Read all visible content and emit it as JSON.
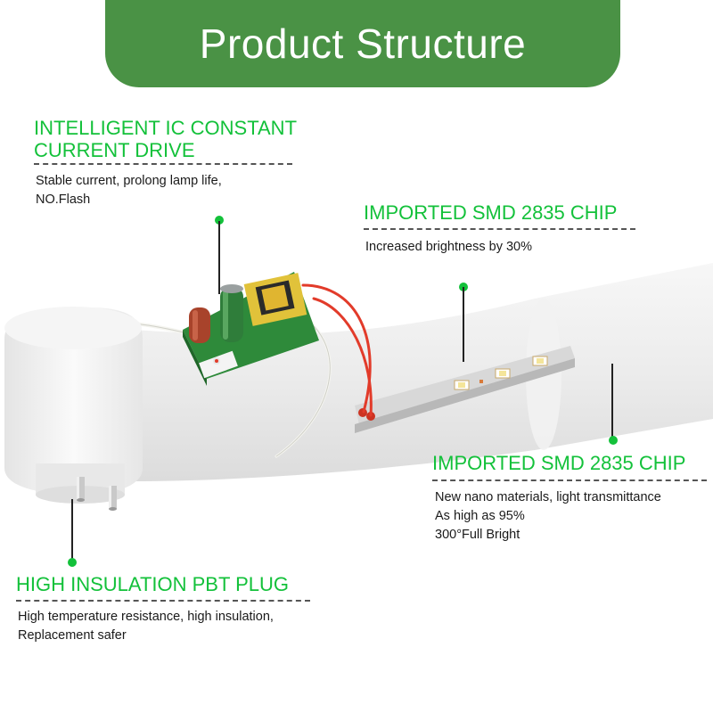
{
  "banner": {
    "title": "Product Structure"
  },
  "callouts": {
    "driver": {
      "heading_line1": "INTELLIGENT IC CONSTANT",
      "heading_line2": "CURRENT DRIVE",
      "desc_line1": "Stable current, prolong lamp life,",
      "desc_line2": "NO.Flash"
    },
    "chip_top": {
      "heading": "IMPORTED SMD 2835 CHIP",
      "desc_line1": "Increased brightness by 30%"
    },
    "chip_bottom": {
      "heading": "IMPORTED SMD 2835 CHIP",
      "desc_line1": "New nano materials, light transmittance",
      "desc_line2": "As high as 95%",
      "desc_line3": "300°Full Bright"
    },
    "plug": {
      "heading": "HIGH INSULATION PBT PLUG",
      "desc_line1": "High temperature resistance, high insulation,",
      "desc_line2": "Replacement safer"
    }
  },
  "colors": {
    "banner": "#4a9245",
    "heading": "#13c13a",
    "marker": "#13c13a"
  }
}
